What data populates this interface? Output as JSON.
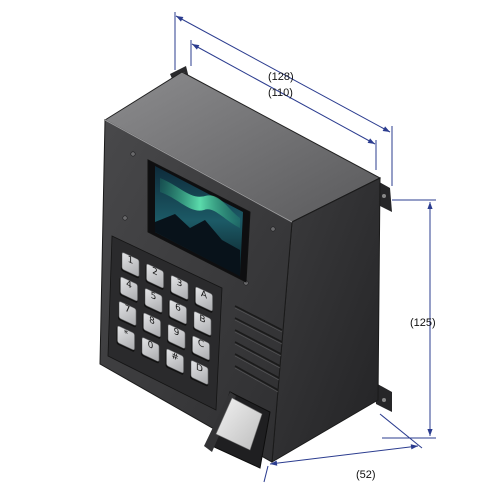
{
  "dimensions": {
    "width_outer": "(128)",
    "width_inner": "(110)",
    "height": "(125)",
    "depth": "(52)"
  },
  "keypad": {
    "rows": [
      [
        "1",
        "2",
        "3",
        "A"
      ],
      [
        "4",
        "5",
        "6",
        "B"
      ],
      [
        "7",
        "8",
        "9",
        "C"
      ],
      [
        "*",
        "0",
        "#",
        "D"
      ]
    ]
  },
  "colors": {
    "dimension_line": "#2b3c8f",
    "body_front": "#3a3a3c",
    "body_side": "#2c2c2e",
    "body_top": "#6e6e70",
    "key_face": "#c9cacc"
  },
  "icons": {
    "screen": "aurora-landscape",
    "reader": "fingerprint-reader"
  }
}
